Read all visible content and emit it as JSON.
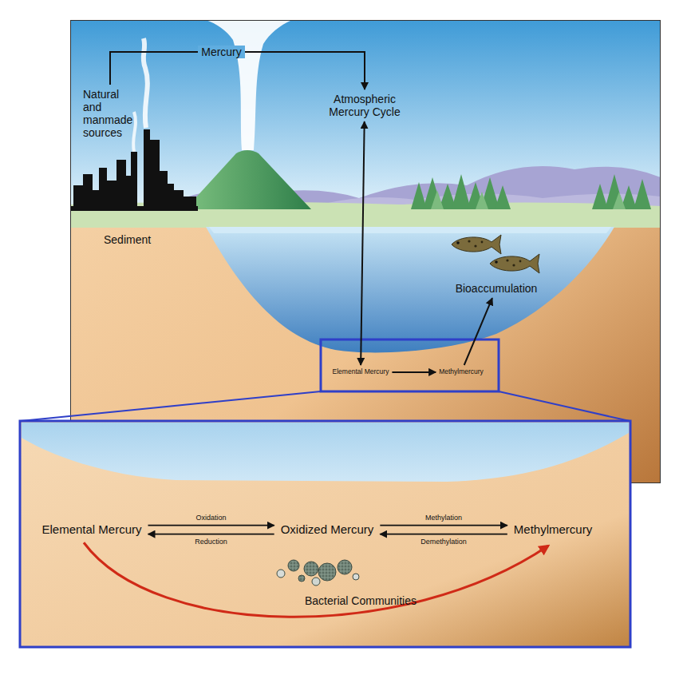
{
  "diagram": {
    "nodes": [
      {
        "text": [
          "Natural and manmade sources"
        ]
      },
      {
        "text": [
          "Atmospheric Mercury Cycle"
        ]
      },
      {
        "text": [
          "Elemental Mercury"
        ]
      },
      {
        "text": [
          "Methylmercury"
        ]
      },
      {
        "text": [
          "Bioaccumulation"
        ]
      },
      {
        "text": [
          "Elemental Mercury"
        ]
      },
      {
        "text": [
          "Oxidized Mercury"
        ]
      },
      {
        "text": [
          "Methylmercury"
        ]
      }
    ],
    "edges": [
      {
        "from": 0,
        "to": 1,
        "label": "Mercury",
        "arrow": "to"
      },
      {
        "from": 1,
        "to": 2,
        "arrow": "both"
      },
      {
        "from": 2,
        "to": 3,
        "arrow": "to"
      },
      {
        "from": 3,
        "to": 4,
        "arrow": "to"
      },
      {
        "from": 5,
        "to": 6,
        "label": "Oxidation",
        "arrow": "to"
      },
      {
        "from": 6,
        "to": 5,
        "label": "Reduction",
        "arrow": "to"
      },
      {
        "from": 6,
        "to": 7,
        "label": "Methylation",
        "arrow": "to"
      },
      {
        "from": 7,
        "to": 6,
        "label": "Demethylation",
        "arrow": "to"
      },
      {
        "from": 5,
        "to": 7,
        "arrow": "to"
      }
    ],
    "labels": [
      "Sediment",
      "Bacterial Communities"
    ]
  }
}
